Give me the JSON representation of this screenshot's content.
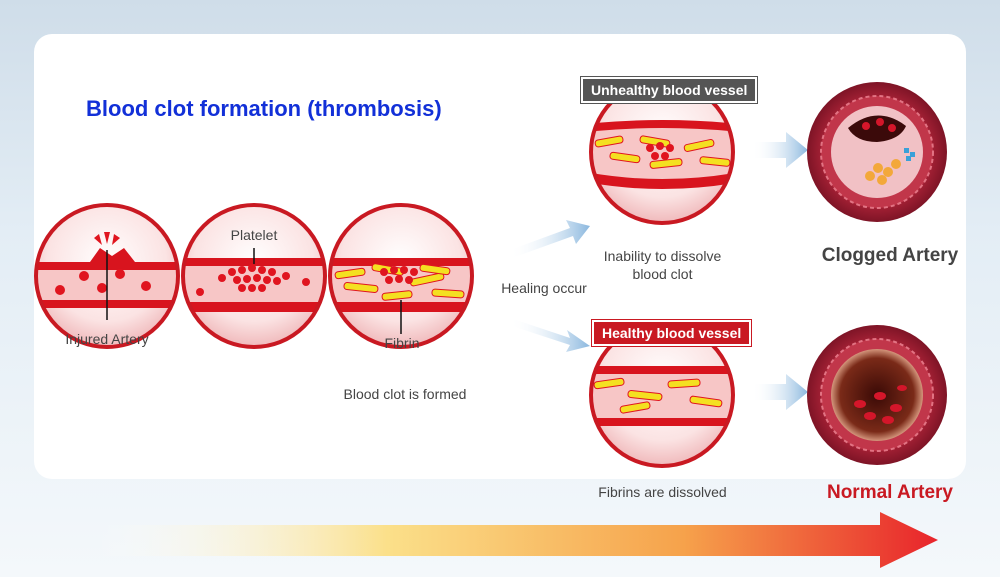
{
  "title": "Blood clot formation (thrombosis)",
  "labels": {
    "platelet": "Platelet",
    "injured_artery": "Injured Artery",
    "fibrin": "Fibrin",
    "blood_clot_formed": "Blood clot is formed",
    "healing_occur": "Healing occur",
    "inability_line1": "Inability to dissolve",
    "inability_line2": "blood clot",
    "fibrins_dissolved": "Fibrins are dissolved",
    "clogged_artery": "Clogged Artery",
    "normal_artery": "Normal Artery"
  },
  "tags": {
    "unhealthy": "Unhealthy blood vessel",
    "healthy": "Healthy blood vessel"
  },
  "colors": {
    "title_blue": "#1230d8",
    "vessel_red": "#d8141e",
    "fibrin_yellow": "#f4e021",
    "normal_red_text": "#c91922",
    "clogged_gray_text": "#444444"
  }
}
